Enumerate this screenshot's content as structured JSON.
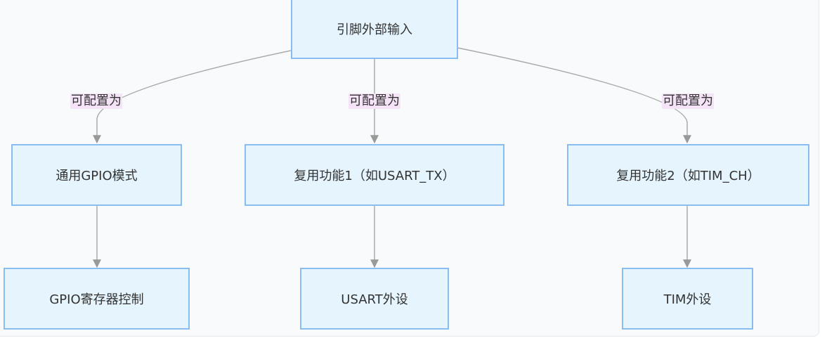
{
  "diagram": {
    "nodes": {
      "root": "引脚外部输入",
      "gpio_mode": "通用GPIO模式",
      "alt1": "复用功能1（如USART_TX）",
      "alt2": "复用功能2（如TIM_CH）",
      "gpio_reg": "GPIO寄存器控制",
      "usart": "USART外设",
      "tim": "TIM外设"
    },
    "edge_labels": {
      "root_to_gpio": "可配置为",
      "root_to_alt1": "可配置为",
      "root_to_alt2": "可配置为"
    },
    "colors": {
      "node_fill": "#e5f4fd",
      "node_border": "#89bdf0",
      "edge": "#999999",
      "edge_label_bg": "#f5e3f7",
      "text": "#333333"
    }
  }
}
